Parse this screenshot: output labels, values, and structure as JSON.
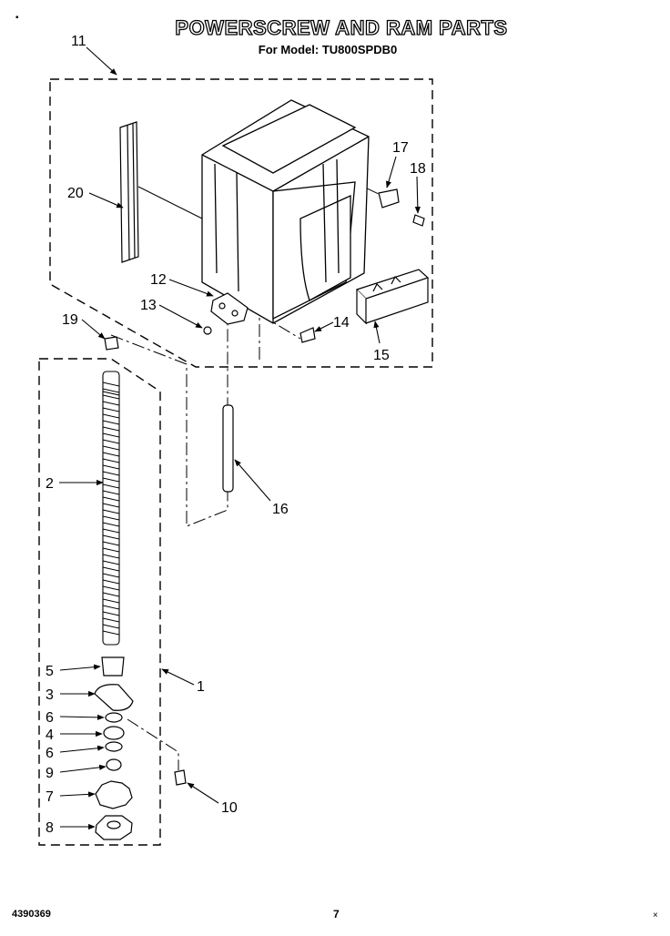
{
  "header": {
    "title": "POWERSCREW AND RAM PARTS",
    "subtitle": "For Model: TU800SPDB0"
  },
  "callouts": [
    {
      "id": "11",
      "label": "11"
    },
    {
      "id": "20",
      "label": "20"
    },
    {
      "id": "12",
      "label": "12"
    },
    {
      "id": "13",
      "label": "13"
    },
    {
      "id": "19",
      "label": "19"
    },
    {
      "id": "17",
      "label": "17"
    },
    {
      "id": "18",
      "label": "18"
    },
    {
      "id": "14",
      "label": "14"
    },
    {
      "id": "15",
      "label": "15"
    },
    {
      "id": "16",
      "label": "16"
    },
    {
      "id": "2",
      "label": "2"
    },
    {
      "id": "1",
      "label": "1"
    },
    {
      "id": "5",
      "label": "5"
    },
    {
      "id": "3",
      "label": "3"
    },
    {
      "id": "6a",
      "label": "6"
    },
    {
      "id": "4",
      "label": "4"
    },
    {
      "id": "6b",
      "label": "6"
    },
    {
      "id": "9",
      "label": "9"
    },
    {
      "id": "7",
      "label": "7"
    },
    {
      "id": "8",
      "label": "8"
    },
    {
      "id": "10",
      "label": "10"
    }
  ],
  "footer": {
    "doc_number": "4390369",
    "page_number": "7"
  },
  "colors": {
    "line": "#000000",
    "background": "#ffffff"
  }
}
